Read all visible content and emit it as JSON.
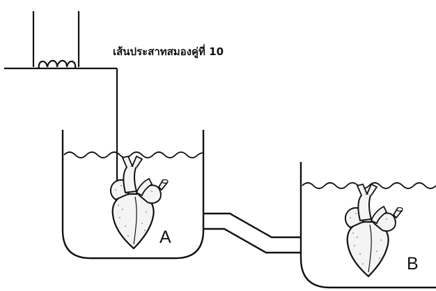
{
  "nerve_label": "เส้นประสาทสมองคู่ที่ 10",
  "beaker_a_label": "A",
  "beaker_b_label": "B",
  "colors": {
    "line": "#111111",
    "heart_fill": "#f4f4f4",
    "background": "#ffffff"
  },
  "icons": [
    "stimulator-coil-icon",
    "heart-a-icon",
    "heart-b-icon"
  ]
}
